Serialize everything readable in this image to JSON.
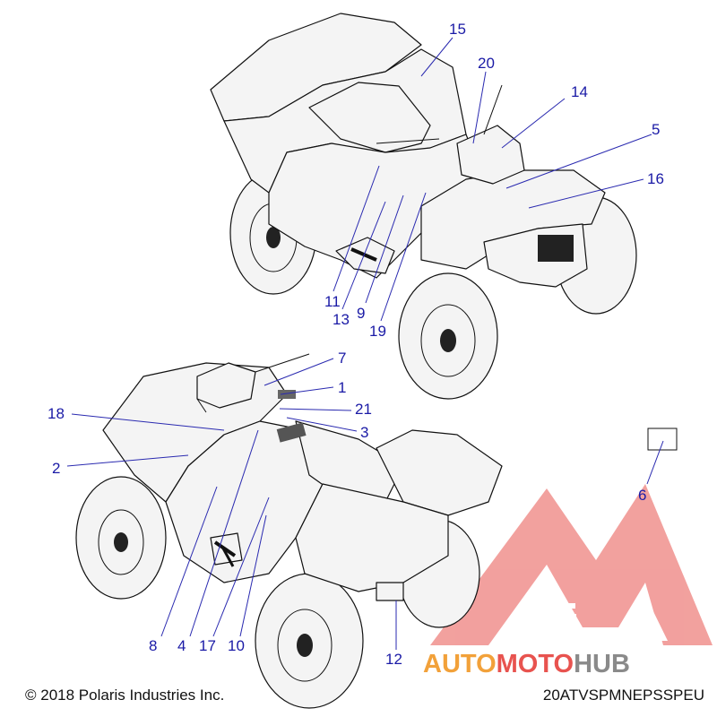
{
  "callouts": [
    {
      "id": "15",
      "label": "15"
    },
    {
      "id": "20",
      "label": "20"
    },
    {
      "id": "14",
      "label": "14"
    },
    {
      "id": "5",
      "label": "5"
    },
    {
      "id": "16",
      "label": "16"
    },
    {
      "id": "11",
      "label": "11"
    },
    {
      "id": "13",
      "label": "13"
    },
    {
      "id": "9",
      "label": "9"
    },
    {
      "id": "19",
      "label": "19"
    },
    {
      "id": "7",
      "label": "7"
    },
    {
      "id": "1",
      "label": "1"
    },
    {
      "id": "21",
      "label": "21"
    },
    {
      "id": "3",
      "label": "3"
    },
    {
      "id": "18",
      "label": "18"
    },
    {
      "id": "2",
      "label": "2"
    },
    {
      "id": "6",
      "label": "6"
    },
    {
      "id": "8",
      "label": "8"
    },
    {
      "id": "4",
      "label": "4"
    },
    {
      "id": "17",
      "label": "17"
    },
    {
      "id": "10",
      "label": "10"
    },
    {
      "id": "12",
      "label": "12"
    }
  ],
  "watermark": {
    "auto": "AUTO",
    "moto": "MOTO",
    "hub": "HUB",
    "color_auto": "#f2a13a",
    "color_moto": "#e8534f",
    "color_hub": "#8a8a8a",
    "logo_color": "#e8534f"
  },
  "footer": {
    "copyright": "© 2018 Polaris Industries Inc.",
    "part_code": "20ATVSPMNEPSSPEU"
  },
  "colors": {
    "callout": "#1a1aa6",
    "outline": "#111111"
  }
}
